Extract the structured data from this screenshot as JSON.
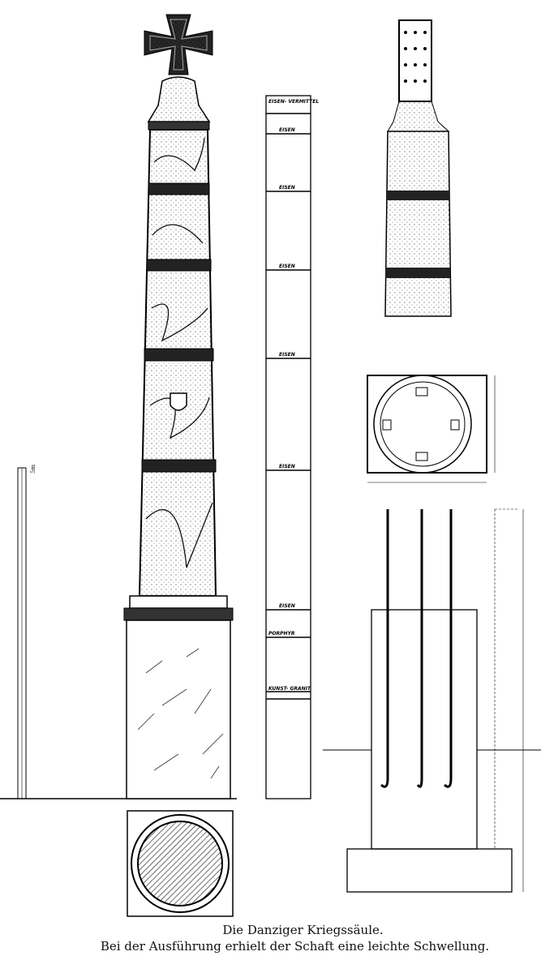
{
  "caption": {
    "title": "Die Danziger Kriegssäule.",
    "subtitle": "Bei der Ausführung erhielt der Schaft eine leichte Schwellung."
  },
  "material_labels": [
    "EISEN- VERMITTEL",
    "EISEN",
    "EISEN",
    "EISEN",
    "EISEN",
    "EISEN",
    "EISEN",
    "PORPHYR",
    "KUNST- GRANIT"
  ],
  "scale_label": "5m"
}
